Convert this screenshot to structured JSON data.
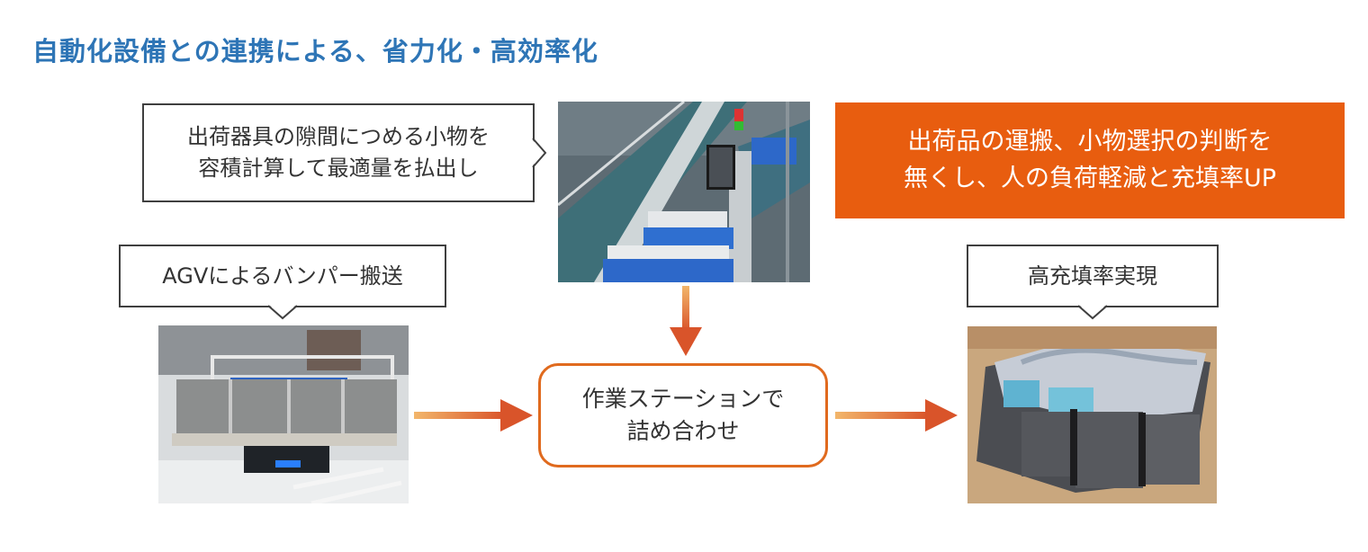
{
  "title": "自動化設備との連携による、省力化・高効率化",
  "speech_top": {
    "line1": "出荷器具の隙間につめる小物を",
    "line2": "容積計算して最適量を払出し"
  },
  "callout": {
    "line1": "出荷品の運搬、小物選択の判断を",
    "line2": "無くし、人の負荷軽減と充填率UP"
  },
  "agv_label": "AGVによるバンパー搬送",
  "result_label": "高充填率実現",
  "station": {
    "line1": "作業ステーションで",
    "line2": "詰め合わせ"
  },
  "colors": {
    "title": "#2e75b6",
    "accent": "#e85d0f",
    "arrow_start": "#f2b66b",
    "arrow_end": "#d9542a"
  }
}
